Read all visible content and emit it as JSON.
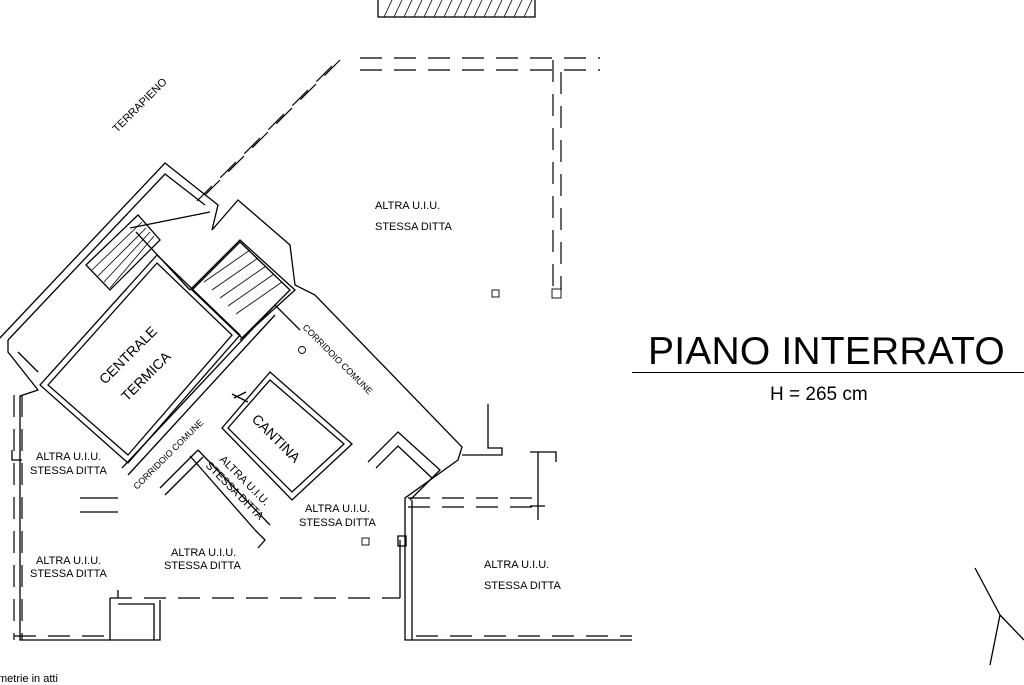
{
  "plan": {
    "title": "PIANO INTERRATO",
    "height_label": "H = 265 cm",
    "terrapieno": "TERRAPIENO",
    "centrale_termica": [
      "CENTRALE",
      "TERMICA"
    ],
    "cantina": "CANTINA",
    "corridoio_1": "CORRIDOIO COMUNE",
    "corridoio_2": "CORRIDOIO COMUNE",
    "units": {
      "top_right": [
        "ALTRA U.I.U.",
        "STESSA DITTA"
      ],
      "left_upper": [
        "ALTRA U.I.U.",
        "STESSA DITTA"
      ],
      "left_lower": [
        "ALTRA U.I.U.",
        "STESSA DITTA"
      ],
      "center_lower": [
        "ALTRA U.I.U.",
        "STESSA DITTA"
      ],
      "center_right": [
        "ALTRA U.I.U.",
        "STESSA DITTA"
      ],
      "diagonal": [
        "ALTRA U.I.U.",
        "STESSA DITTA"
      ],
      "bottom_right": [
        "ALTRA U.I.U.",
        "STESSA DITTA"
      ]
    },
    "footer": "metrie in atti"
  }
}
